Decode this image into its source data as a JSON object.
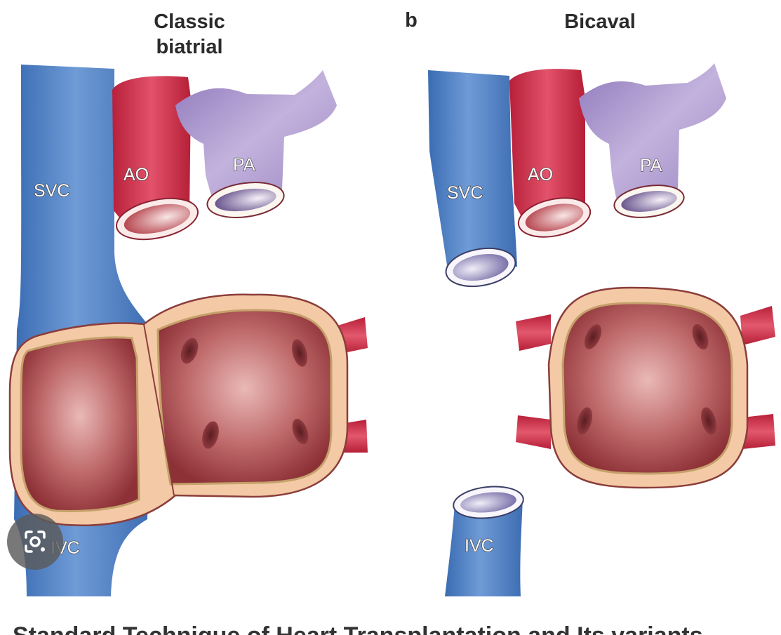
{
  "panels": [
    {
      "id": "classic",
      "title_line1": "Classic",
      "title_line2": "biatrial"
    },
    {
      "id": "bicaval",
      "panel_letter": "b",
      "title": "Bicaval"
    }
  ],
  "labels": {
    "classic": {
      "svc": "SVC",
      "ao": "AO",
      "pa": "PA",
      "ivc": "IVC"
    },
    "bicaval": {
      "svc": "SVC",
      "ao": "AO",
      "pa": "PA",
      "ivc": "IVC"
    }
  },
  "overlay": {
    "button_icon": "visual-search-lens-icon"
  },
  "caption": {
    "text": "Standard Technique of Heart Transplantation and Its variants"
  },
  "colors": {
    "vein_blue": "#4d7fc2",
    "artery_red": "#cf3048",
    "pulmonary_purple": "#a58fc6",
    "atrium_tissue": "#9e3a3d",
    "cuff": "#f4c9a6"
  }
}
